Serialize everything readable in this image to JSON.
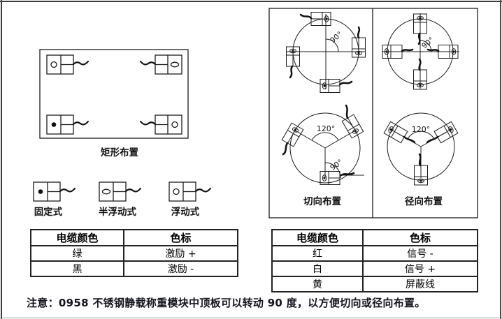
{
  "labels": {
    "rect_layout": "矩形布置",
    "mount_fixed": "固定式",
    "mount_semi_floating": "半浮动式",
    "mount_floating": "浮动式",
    "tangential": "切向布置",
    "radial": "径向布置",
    "angle_90": "90°",
    "angle_120": "120°"
  },
  "tables": {
    "left": {
      "headers": [
        "电缆颜色",
        "色标"
      ],
      "rows": [
        [
          "绿",
          "激励 +"
        ],
        [
          "黑",
          "激励 -"
        ]
      ]
    },
    "right": {
      "headers": [
        "电缆颜色",
        "色标"
      ],
      "rows": [
        [
          "红",
          "信号 -"
        ],
        [
          "白",
          "信号 +"
        ],
        [
          "黄",
          "屏蔽线"
        ]
      ]
    }
  },
  "note": "注意：0958 不锈钢静载称重模块中顶板可以转动 90 度，以方便切向或径向布置。"
}
